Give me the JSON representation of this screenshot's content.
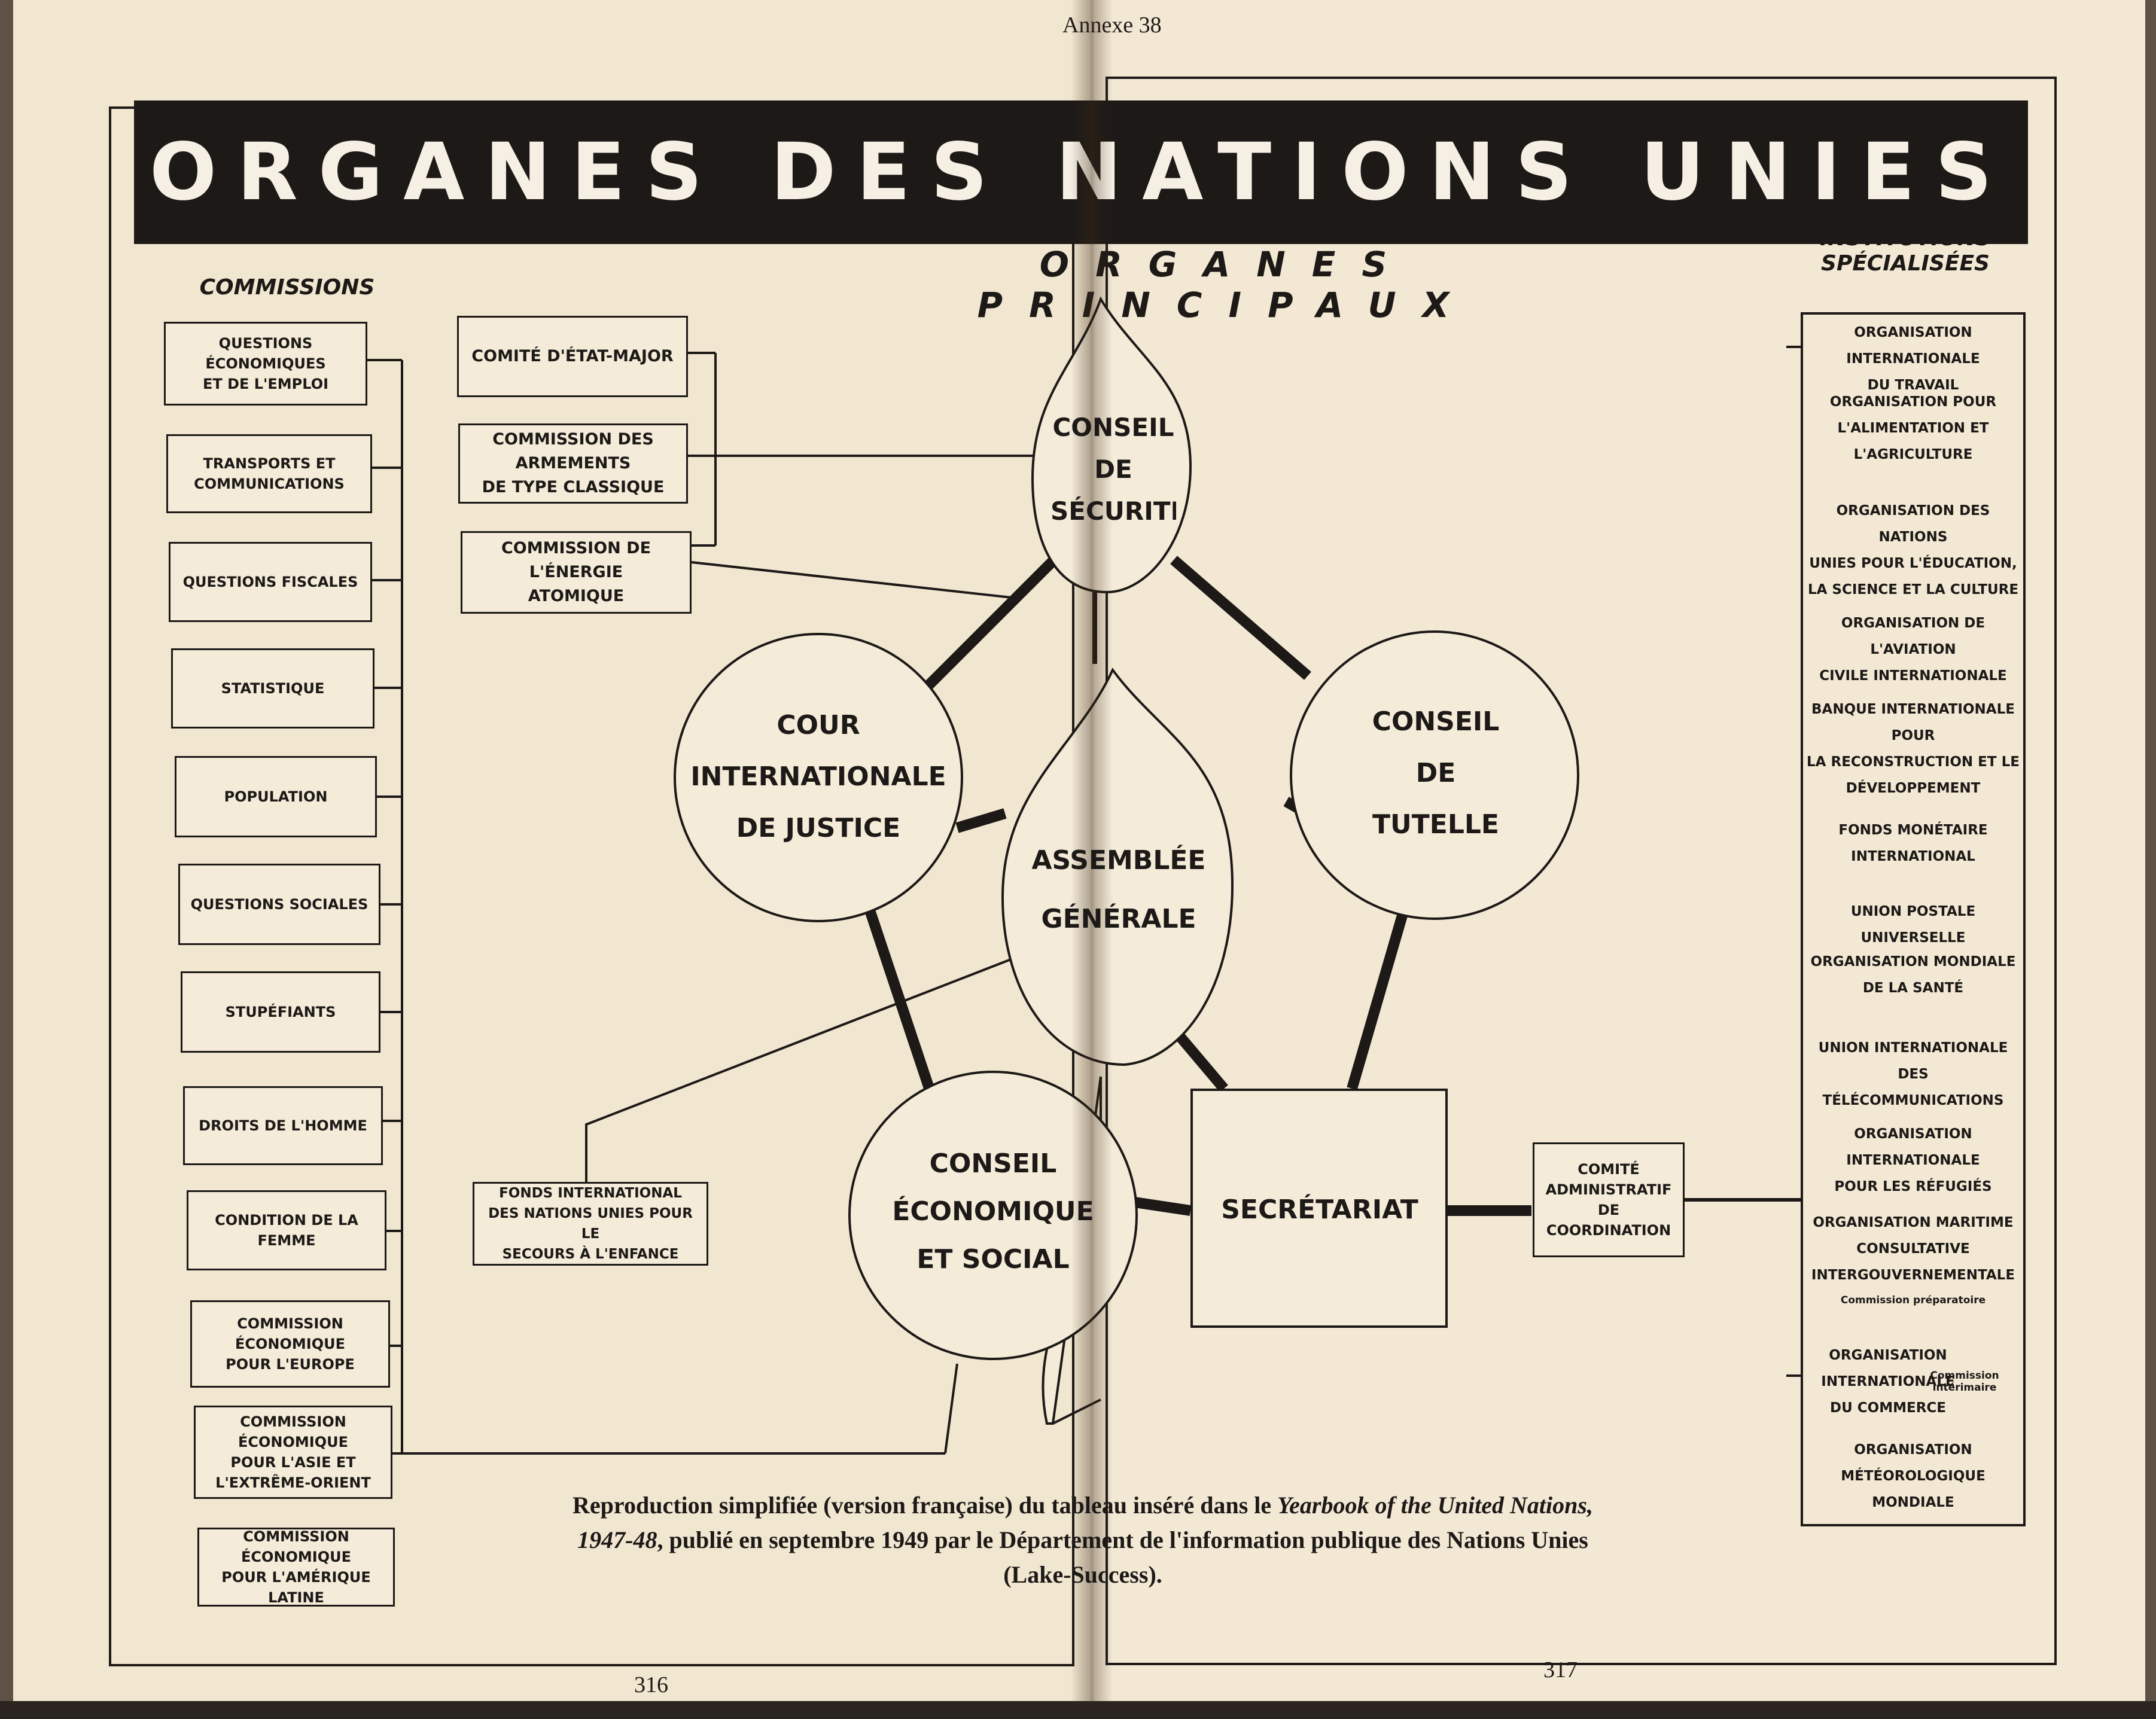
{
  "title": "ORGANES DES NATIONS UNIES",
  "subtitle": "ORGANES PRINCIPAUX",
  "running_head": "Annexe 38",
  "commissions_title": "COMMISSIONS",
  "institutions_title": "INSTITUTIONS\nSPÉCIALISÉES",
  "commissions": [
    "QUESTIONS ÉCONOMIQUES\nET DE L'EMPLOI",
    "TRANSPORTS ET\nCOMMUNICATIONS",
    "QUESTIONS FISCALES",
    "STATISTIQUE",
    "POPULATION",
    "QUESTIONS SOCIALES",
    "STUPÉFIANTS",
    "DROITS DE L'HOMME",
    "CONDITION DE LA FEMME",
    "COMMISSION ÉCONOMIQUE\nPOUR L'EUROPE",
    "COMMISSION ÉCONOMIQUE\nPOUR L'ASIE ET\nL'EXTRÊME-ORIENT",
    "COMMISSION ÉCONOMIQUE\nPOUR L'AMÉRIQUE LATINE"
  ],
  "security_bodies": [
    "COMITÉ D'ÉTAT-MAJOR",
    "COMMISSION DES ARMEMENTS\nDE TYPE CLASSIQUE",
    "COMMISSION DE L'ÉNERGIE\nATOMIQUE"
  ],
  "organs": {
    "security_council": "CONSEIL DE\nSÉCURITÉ",
    "general_assembly": "ASSEMBLÉE\nGÉNÉRALE",
    "court": "COUR\nINTERNATIONALE\nDE JUSTICE",
    "trusteeship": "CONSEIL\nDE\nTUTELLE",
    "ecosoc": "CONSEIL\nÉCONOMIQUE\nET SOCIAL",
    "secretariat": "SECRÉTARIAT"
  },
  "unicef": "FONDS INTERNATIONAL\nDES NATIONS UNIES POUR LE\nSECOURS À L'ENFANCE",
  "coordination": "COMITÉ\nADMINISTRATIF\nDE COORDINATION",
  "institutions": [
    "ORGANISATION INTERNATIONALE\nDU TRAVAIL",
    "ORGANISATION POUR\nL'ALIMENTATION ET\nL'AGRICULTURE",
    "ORGANISATION DES NATIONS\nUNIES POUR L'ÉDUCATION,\nLA SCIENCE ET LA CULTURE",
    "ORGANISATION DE L'AVIATION\nCIVILE INTERNATIONALE",
    "BANQUE INTERNATIONALE POUR\nLA RECONSTRUCTION ET LE\nDÉVELOPPEMENT",
    "FONDS MONÉTAIRE\nINTERNATIONAL",
    "UNION POSTALE UNIVERSELLE",
    "ORGANISATION MONDIALE\nDE LA SANTÉ",
    "UNION INTERNATIONALE DES\nTÉLÉCOMMUNICATIONS",
    "ORGANISATION INTERNATIONALE\nPOUR LES RÉFUGIÉS",
    "ORGANISATION MARITIME\nCONSULTATIVE\nINTERGOUVERNEMENTALE",
    "ORGANISATION INTERNATIONALE\nDU COMMERCE",
    "ORGANISATION MÉTÉOROLOGIQUE\nMONDIALE"
  ],
  "institution_notes": {
    "imco": "Commission préparatoire",
    "ito": "Commission\nintérimaire"
  },
  "caption": {
    "part1": "Reproduction simplifiée (version française) du tableau inséré dans le ",
    "italic1": "Yearbook of the United Nations, 1947-48",
    "part2": ", publié en septembre 1949 par le Département de l'information publique des Nations Unies (Lake-Success)."
  },
  "page_numbers": {
    "left": "316",
    "right": "317"
  }
}
